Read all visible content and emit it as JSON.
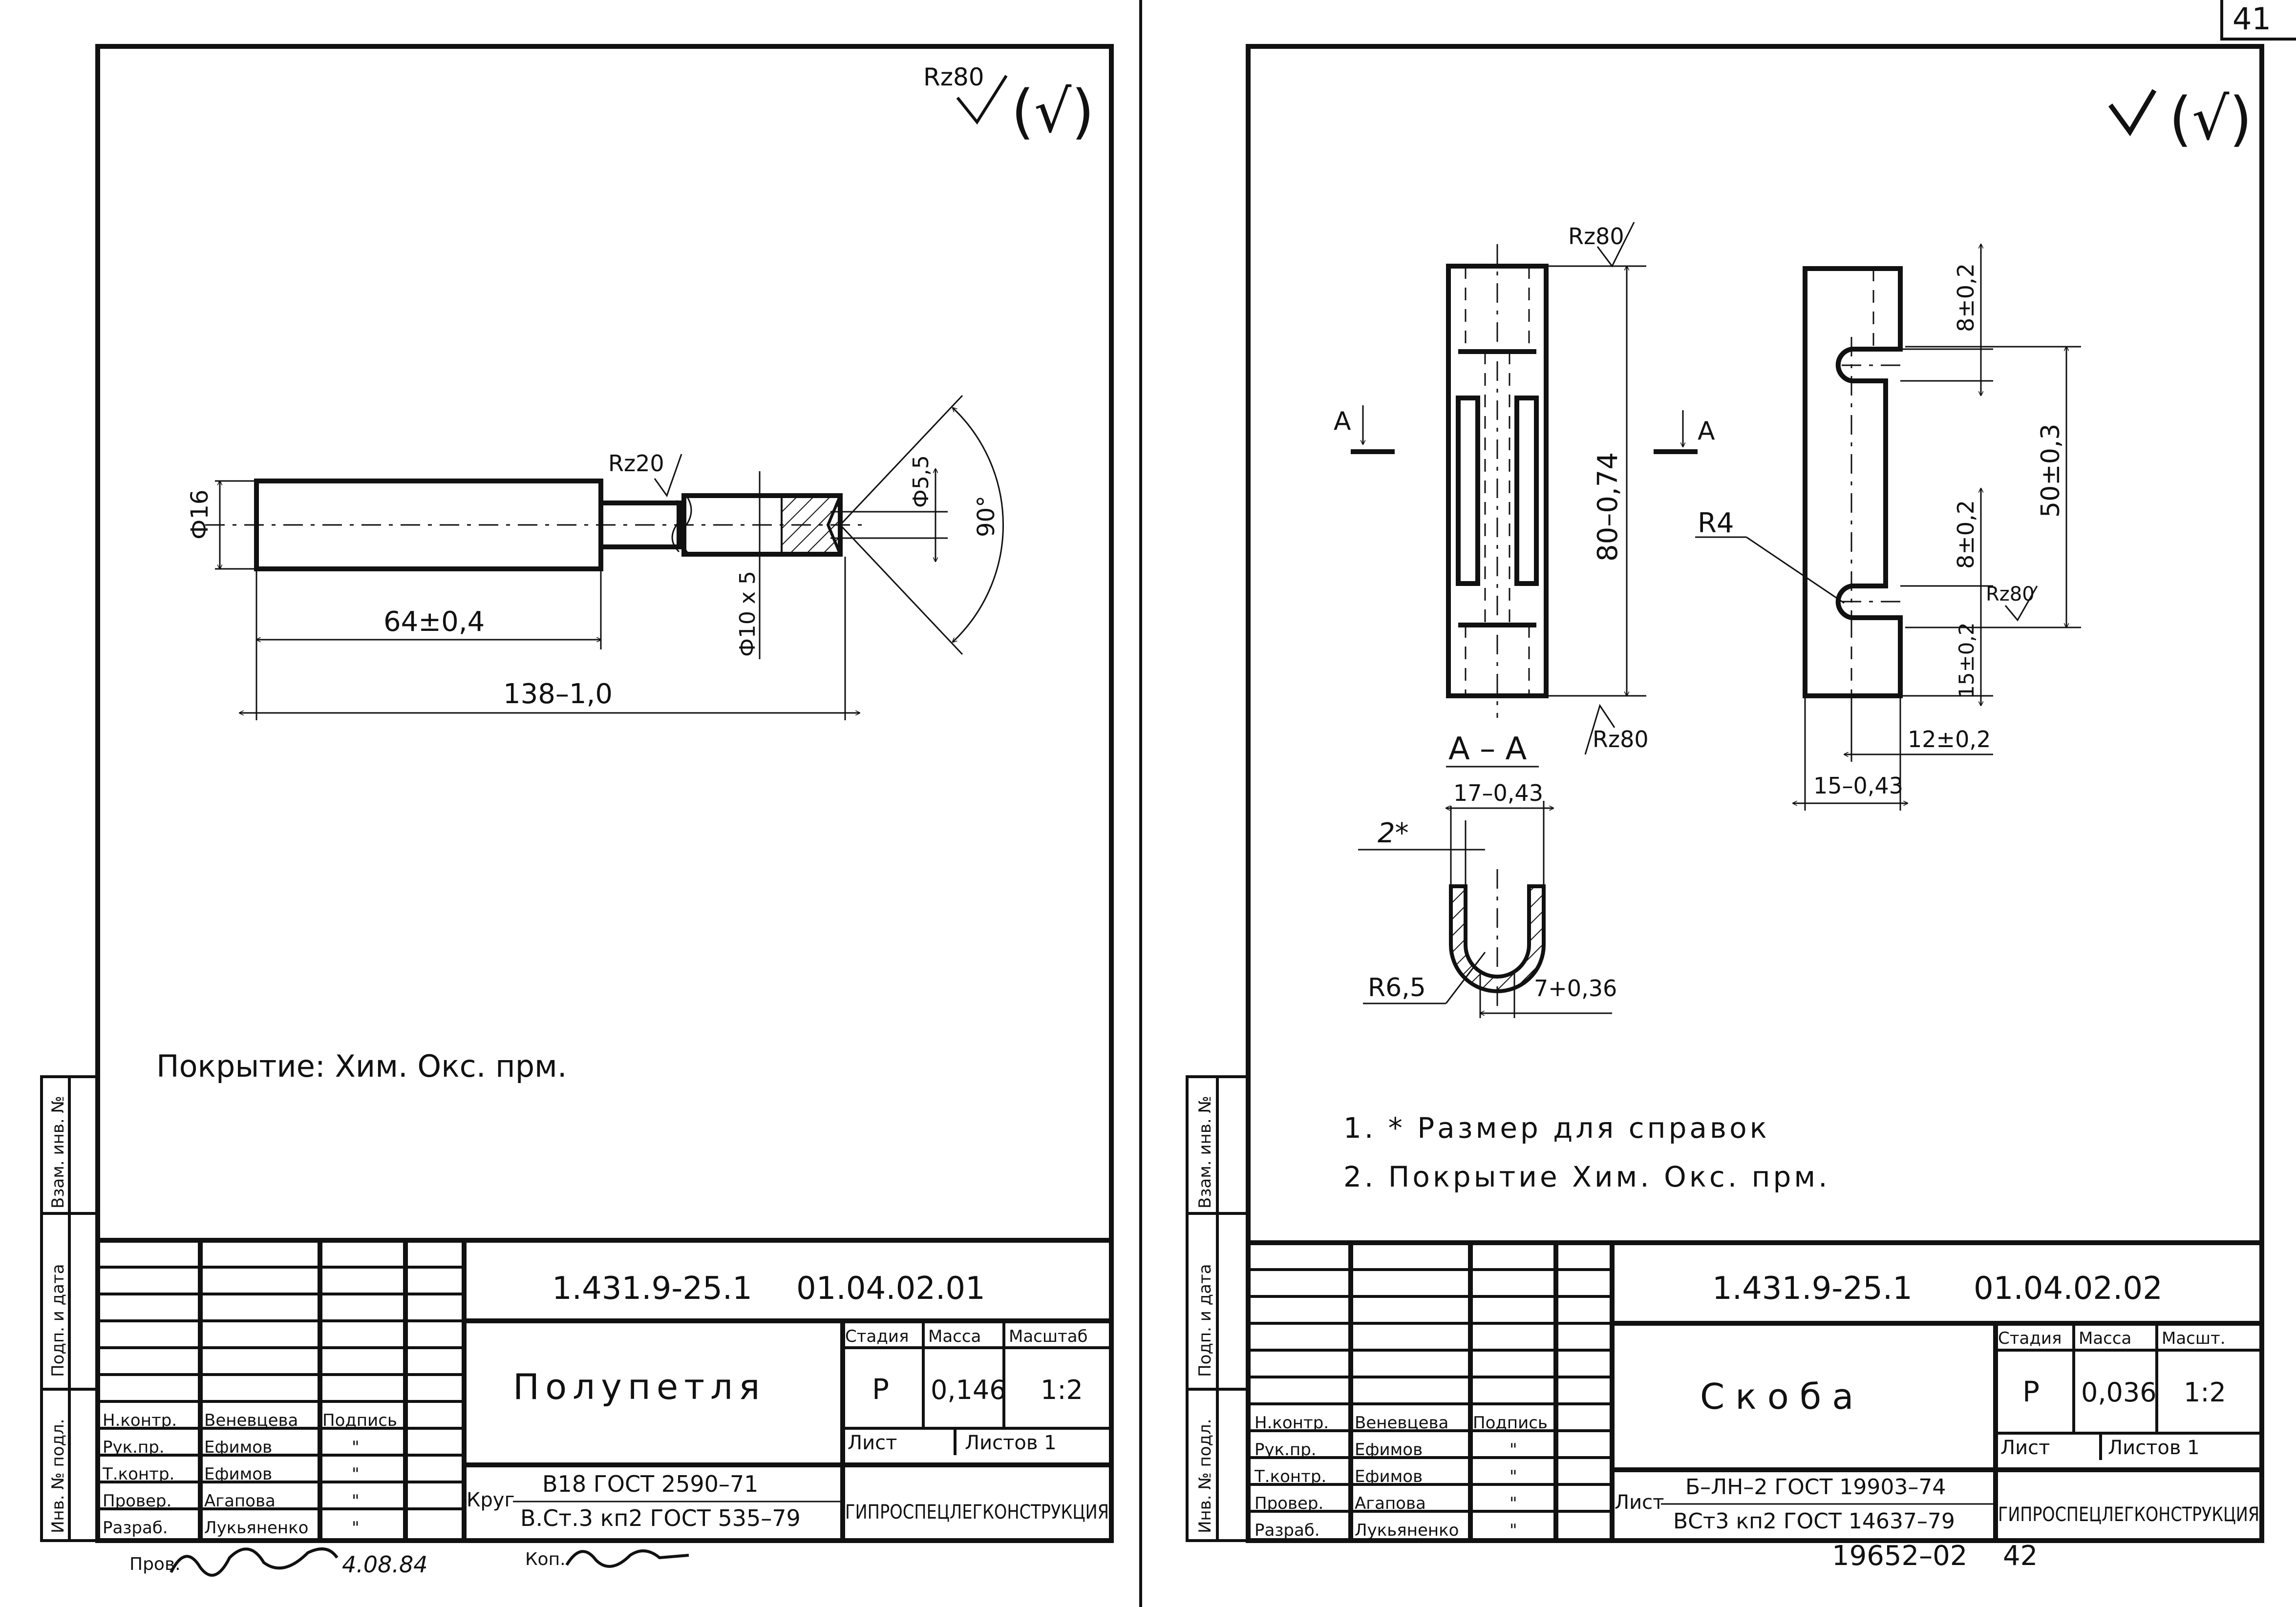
{
  "page_number": "41",
  "left_sheet": {
    "code": "1.431.9-25.1",
    "code2": "01.04.02.01",
    "name": "Полупетля",
    "roughness_general": "Rz80",
    "roughness_check": "(√)",
    "stage_label": "Стадия",
    "mass_label": "Масса",
    "scale_label": "Масштаб",
    "stage": "Р",
    "mass": "0,146",
    "scale": "1:2",
    "sheet_label": "Лист",
    "sheets_label": "Листов 1",
    "material_prefix": "Круг",
    "material_line1": "В18 ГОСТ 2590–71",
    "material_line2": "В.Ст.3 кп2 ГОСТ 535–79",
    "org": "ГИПРОСПЕЦЛЕГКОНСТРУКЦИЯ",
    "coating": "Покрытие: Хим. Окс. прм.",
    "sign_text": "Пров.",
    "sign_date": "4.08.84",
    "copy_text": "Коп.",
    "dims": {
      "d16": "Ф16",
      "l64": "64±0,4",
      "l138": "138–1,0",
      "d10": "Ф10 х 5",
      "d55": "Ф5,5",
      "angle": "90°",
      "rz20": "Rz20"
    },
    "staff": [
      {
        "role": "Н.контр.",
        "name": "Веневцева",
        "sign": "Подпись"
      },
      {
        "role": "Рук.пр.",
        "name": "Ефимов",
        "sign": "\""
      },
      {
        "role": "Т.контр.",
        "name": "Ефимов",
        "sign": "\""
      },
      {
        "role": "Провер.",
        "name": "Агапова",
        "sign": "\""
      },
      {
        "role": "Разраб.",
        "name": "Лукьяненко",
        "sign": "\""
      }
    ]
  },
  "right_sheet": {
    "code": "1.431.9-25.1",
    "code2": "01.04.02.02",
    "name": "Скоба",
    "roughness_check": "(√)",
    "stage_label": "Стадия",
    "mass_label": "Масса",
    "scale_label": "Масшт.",
    "stage": "Р",
    "mass": "0,036",
    "scale": "1:2",
    "sheet_label": "Лист",
    "sheets_label": "Листов 1",
    "material_prefix": "Лист",
    "material_line1": "Б–ЛН–2 ГОСТ 19903–74",
    "material_line2": "ВСт3 кп2 ГОСТ 14637–79",
    "org": "ГИПРОСПЕЦЛЕГКОНСТРУКЦИЯ",
    "note1": "1. * Размер для справок",
    "note2": "2. Покрытие Хим. Окс. прм.",
    "bottom_code": "19652–02",
    "bottom_num": "42",
    "dims": {
      "rz80a": "Rz80",
      "rz80b": "Rz80",
      "rz80c": "Rz80",
      "l80": "80–0,74",
      "a_left": "А",
      "a_right": "А",
      "section": "А – А",
      "w17": "17–0,43",
      "t2": "2*",
      "r65": "R6,5",
      "w7": "7+0,36",
      "d8a": "8±0,2",
      "d8b": "8±0,2",
      "d50": "50±0,3",
      "d15a": "15±0,2",
      "r4": "R4",
      "d12": "12±0,2",
      "d15b": "15–0,43"
    },
    "staff": [
      {
        "role": "Н.контр.",
        "name": "Веневцева",
        "sign": "Подпись"
      },
      {
        "role": "Рук.пр.",
        "name": "Ефимов",
        "sign": "\""
      },
      {
        "role": "Т.контр.",
        "name": "Ефимов",
        "sign": "\""
      },
      {
        "role": "Провер.",
        "name": "Агапова",
        "sign": "\""
      },
      {
        "role": "Разраб.",
        "name": "Лукьяненко",
        "sign": "\""
      }
    ]
  },
  "side_labels": {
    "inv_orig": "Инв. № подл.",
    "sign_date": "Подп. и дата",
    "inv_replace": "Взам. инв. №"
  },
  "colors": {
    "ink": "#111111",
    "paper": "#ffffff"
  }
}
